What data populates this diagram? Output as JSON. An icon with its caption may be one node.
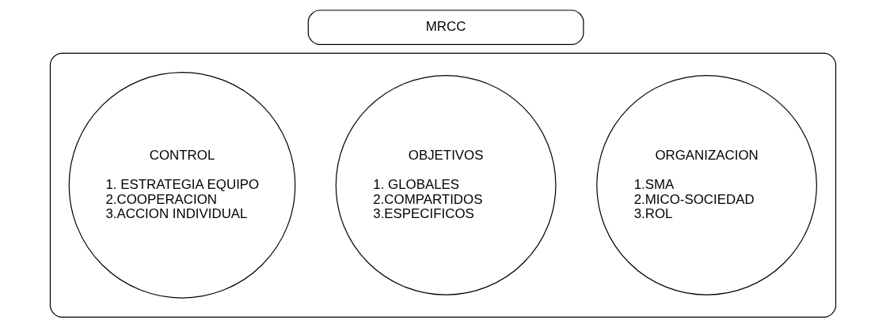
{
  "diagram": {
    "nodes": [
      {
        "text": [
          "MRCC"
        ]
      },
      {
        "text": [],
        "shape": "box"
      },
      {
        "text": [
          "CONTROL",
          "1. ESTRATEGIA EQUIPO",
          "2.COOPERACION",
          "3.ACCION INDIVIDUAL"
        ],
        "in": 1
      },
      {
        "text": [
          "OBJETIVOS",
          "1. GLOBALES",
          "2.COMPARTIDOS",
          "3.ESPECIFICOS"
        ],
        "in": 1
      },
      {
        "text": [
          "ORGANIZACION",
          "1.SMA",
          "2.MICO-SOCIEDAD",
          "3.ROL"
        ],
        "in": 1
      }
    ]
  }
}
